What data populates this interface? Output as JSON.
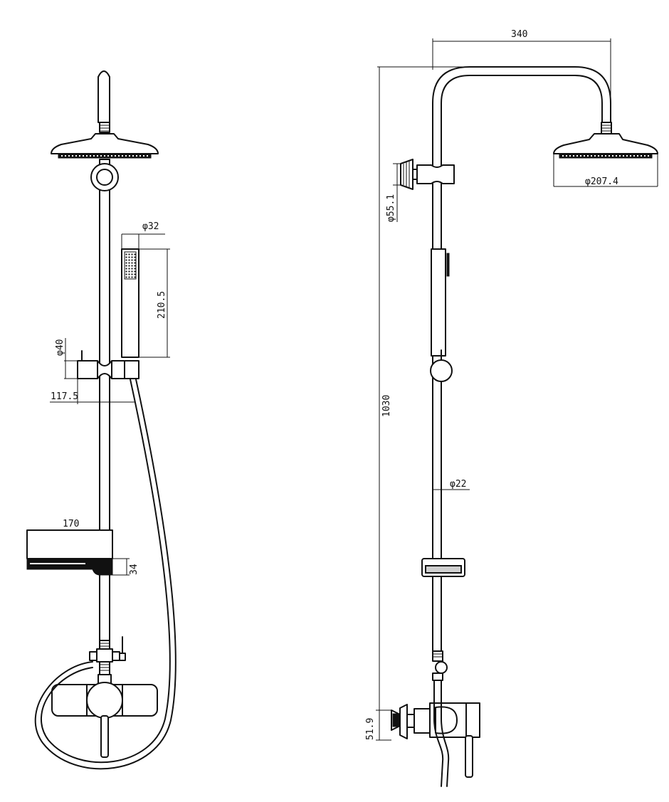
{
  "title": "",
  "front_view": {
    "dimensions": {
      "hand_shower_diameter": "φ32",
      "hand_shower_length": "210.5",
      "holder_diameter": "φ40",
      "holder_offset": "117.5",
      "shelf_width": "170",
      "shelf_height": "34"
    }
  },
  "side_view": {
    "dimensions": {
      "arm_reach": "340",
      "overall_height": "1030",
      "head_diameter": "φ207.4",
      "holder_diameter": "φ55.1",
      "rail_diameter": "φ22",
      "mixer_height": "51.9"
    }
  },
  "colors": {
    "line": "#111111",
    "background": "#ffffff"
  }
}
